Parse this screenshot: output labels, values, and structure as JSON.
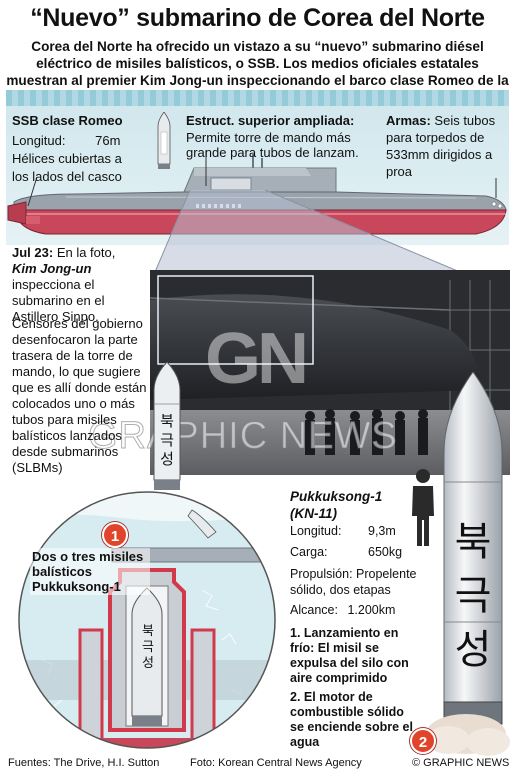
{
  "header": {
    "title": "“Nuevo” submarino de Corea del Norte",
    "subtitle": "Corea del Norte ha ofrecido un vistazo a su “nuevo” submarino diésel eléctrico de misiles balísticos, o SSB. Los medios oficiales estatales muestran al premier Kim Jong-un inspeccionando el barco clase Romeo de la era soviética"
  },
  "romeo": {
    "heading": "SSB clase Romeo",
    "length_label": "Longitud:",
    "length_value": "76m",
    "propeller_text": "Hélices cubiertas a los lados del casco"
  },
  "superstructure": {
    "heading": "Estruct. superior ampliada:",
    "text": "Permite torre de mando más grande para tubos de lanzam."
  },
  "weapons": {
    "heading": "Armas:",
    "text": "Seis tubos para torpedos de 533mm dirigidos a proa"
  },
  "photo_note": {
    "date": "Jul 23:",
    "text1": "En la foto,",
    "name": "Kim Jong-un",
    "text2": "inspecciona el submarino en el Astillero Sinpo."
  },
  "censor_note": "Censores del gobierno desenfocaron la parte trasera de la torre de mando, lo que sugiere que es allí donde están colocados uno o más tubos para misiles balísticos lanzados desde submarinos (SLBMs)",
  "cutaway": {
    "label": "Dos o tres misiles balísticos Pukkuksong-1",
    "badge1": "1",
    "badge2": "2"
  },
  "missile": {
    "name": "Pukkuksong-1",
    "code": "(KN-11)",
    "hangul_large": [
      "북",
      "극",
      "성"
    ],
    "hangul_small": [
      "북",
      "극",
      "성"
    ],
    "specs": [
      {
        "label": "Longitud:",
        "value": "9,3m"
      },
      {
        "label": "Carga:",
        "value": "650kg"
      }
    ],
    "propulsion_label": "Propulsión:",
    "propulsion_value": "Propelente sólido, dos etapas",
    "range_label": "Alcance:",
    "range_value": "1.200km",
    "step1": "1. Lanzamiento en frío: El misil se expulsa del silo con aire comprimido",
    "step2": "2. El motor de combustible sólido se enciende sobre el agua"
  },
  "watermark": {
    "logo": "GN",
    "text": "GRAPHIC NEWS"
  },
  "footer": {
    "sources": "Fuentes: The Drive, H.I. Sutton",
    "photo": "Foto: Korean Central News Agency",
    "copyright": "© GRAPHIC NEWS"
  },
  "colors": {
    "hull_red": "#c9475a",
    "hull_grey": "#9aa3ab",
    "sea": "#cfe6ec",
    "badge_red": "#e0452b"
  }
}
